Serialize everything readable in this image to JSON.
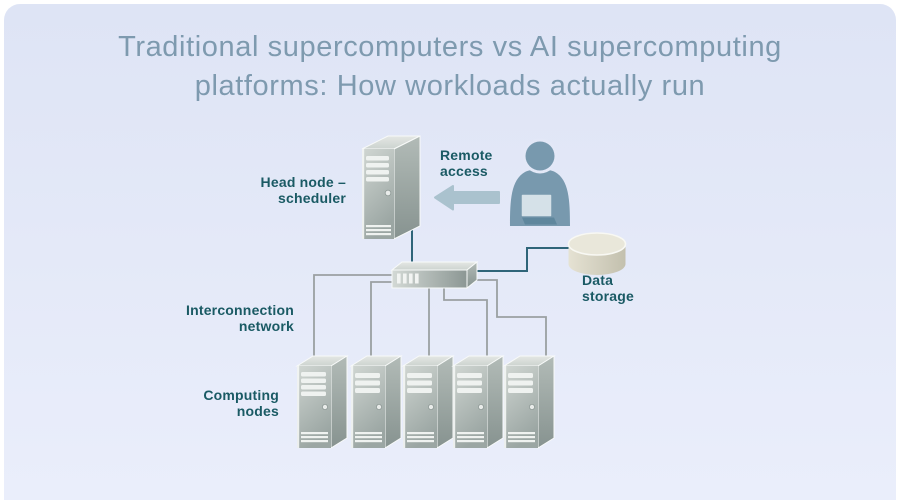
{
  "title": {
    "line1": "Traditional supercomputers vs AI supercomputing",
    "line2": "platforms: How workloads actually run"
  },
  "labels": {
    "head_node": {
      "line1": "Head node –",
      "line2": "scheduler"
    },
    "remote_access": {
      "line1": "Remote",
      "line2": "access"
    },
    "interconnection_network": {
      "line1": "Interconnection",
      "line2": "network"
    },
    "computing_nodes": {
      "line1": "Computing",
      "line2": "nodes"
    },
    "data_storage": {
      "line1": "Data",
      "line2": "storage"
    }
  },
  "diagram": {
    "computing_node_count": 5,
    "components": [
      "head-node-server",
      "remote-user",
      "remote-access-arrow",
      "network-switch",
      "data-storage-disk",
      "computing-node-towers"
    ]
  },
  "colors": {
    "page_bg": "#ffffff",
    "panel_bg_top": "#dee4f5",
    "panel_bg_bottom": "#eaeefb",
    "title_text": "#7e9aaf",
    "label_text": "#1a5a64",
    "user_icon": "#7899ae",
    "arrow": "#aac2ce",
    "line_teal": "#2f6579",
    "line_gray": "#9aa0a2"
  }
}
